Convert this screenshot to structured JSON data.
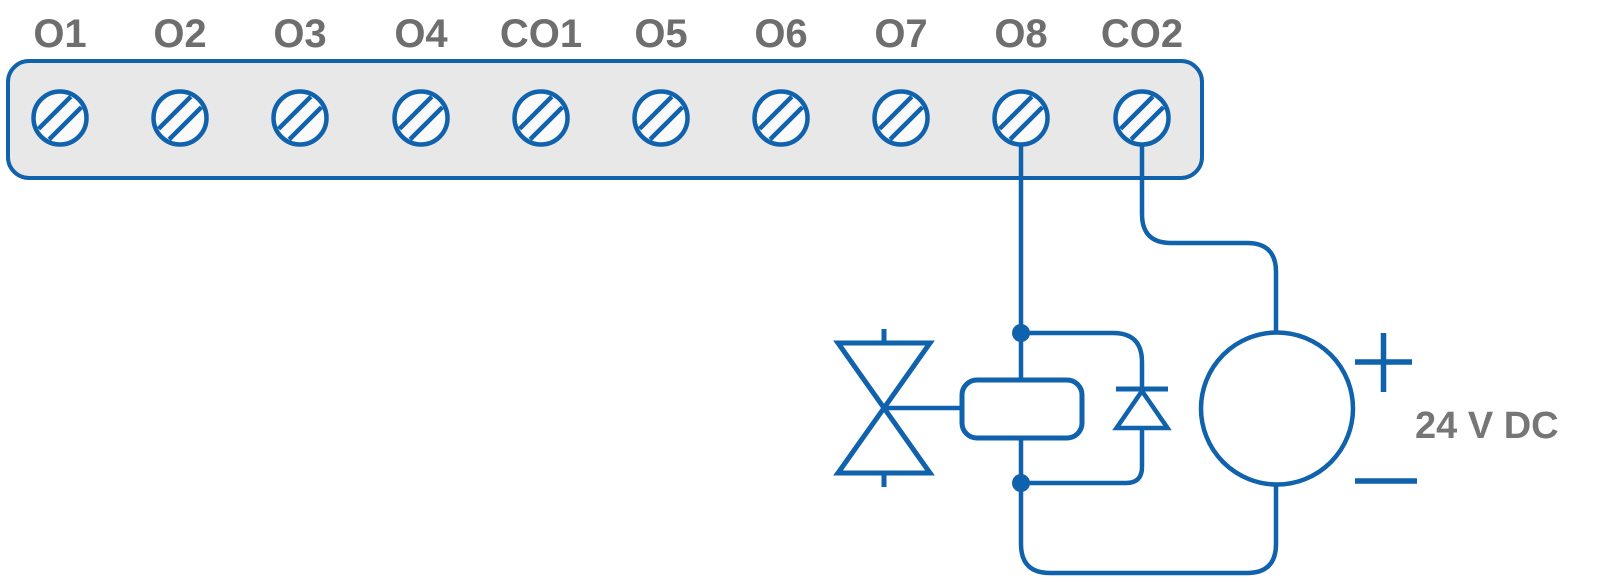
{
  "terminal_strip": {
    "labels": [
      "O1",
      "O2",
      "O3",
      "O4",
      "CO1",
      "O5",
      "O6",
      "O7",
      "O8",
      "CO2"
    ]
  },
  "circuit": {
    "power_label": "24 V DC",
    "polarity_positive": "+",
    "polarity_negative": "−",
    "icons": {
      "terminal": "screw-terminal-icon",
      "valve": "valve-icon",
      "coil": "relay-coil-icon",
      "diode": "flyback-diode-icon",
      "source": "dc-power-source-icon"
    }
  },
  "colors": {
    "wire": "#0f62ab",
    "terminal_label": "#6e6e6e",
    "power_label": "#767676",
    "strip_fill": "#e8e8e8",
    "screw_fill": "#fafafa",
    "background": "#ffffff"
  }
}
